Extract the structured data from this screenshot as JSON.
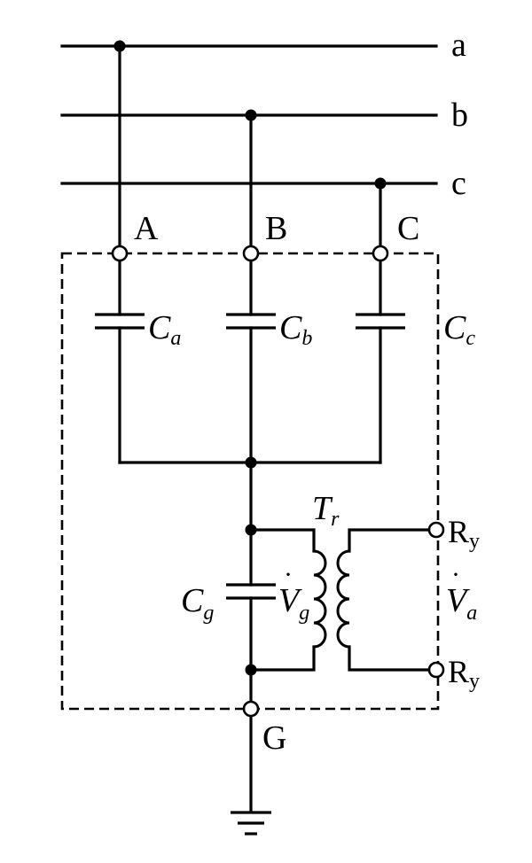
{
  "lines": {
    "a": "a",
    "b": "b",
    "c": "c"
  },
  "terminals": {
    "A": "A",
    "B": "B",
    "C": "C",
    "G": "G"
  },
  "capacitors": {
    "ca": {
      "main": "C",
      "sub": "a"
    },
    "cb": {
      "main": "C",
      "sub": "b"
    },
    "cc": {
      "main": "C",
      "sub": "c"
    },
    "cg": {
      "main": "C",
      "sub": "g"
    }
  },
  "transformer": {
    "main": "T",
    "sub": "r"
  },
  "voltages": {
    "vg": {
      "main": "V",
      "sub": "g",
      "dot": "·"
    },
    "va": {
      "main": "V",
      "sub": "a",
      "dot": "·"
    }
  },
  "outputs": {
    "top": {
      "main": "R",
      "sub": "y"
    },
    "bottom": {
      "main": "R",
      "sub": "y"
    }
  }
}
